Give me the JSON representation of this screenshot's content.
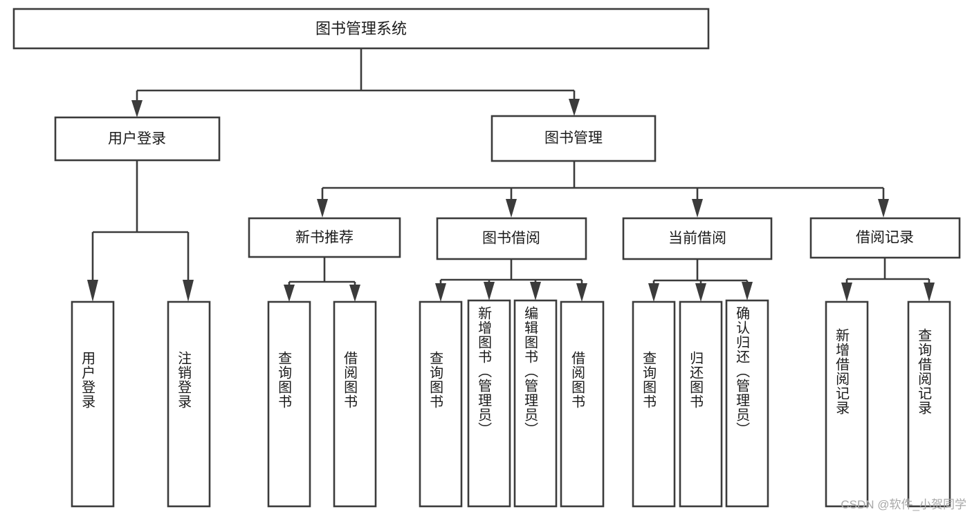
{
  "diagram": {
    "title_text": "图书管理系统",
    "type": "tree-hierarchy",
    "colors": {
      "box_stroke": "#3b3b3b",
      "box_fill": "#ffffff",
      "text": "#1b1b1b",
      "background": "#ffffff",
      "watermark": "#a8a8a8"
    },
    "root": {
      "label": "图书管理系统"
    },
    "level2": [
      {
        "label": "用户登录"
      },
      {
        "label": "图书管理"
      }
    ],
    "level3": [
      {
        "label": "新书推荐"
      },
      {
        "label": "图书借阅"
      },
      {
        "label": "当前借阅"
      },
      {
        "label": "借阅记录"
      }
    ],
    "leaves": {
      "user_login": [
        {
          "label": "用户登录"
        },
        {
          "label": "注销登录"
        }
      ],
      "new_book_recommend": [
        {
          "label": "查询图书"
        },
        {
          "label": "借阅图书"
        }
      ],
      "book_borrow": [
        {
          "label": "查询图书"
        },
        {
          "label": "新增图书（管理员）"
        },
        {
          "label": "编辑图书（管理员）"
        },
        {
          "label": "借阅图书"
        }
      ],
      "current_borrow": [
        {
          "label": "查询图书"
        },
        {
          "label": "归还图书"
        },
        {
          "label": "确认归还（管理员）"
        }
      ],
      "borrow_record": [
        {
          "label": "新增借阅记录"
        },
        {
          "label": "查询借阅记录"
        }
      ]
    }
  },
  "watermark": {
    "text": "CSDN @软件_小贺同学"
  }
}
